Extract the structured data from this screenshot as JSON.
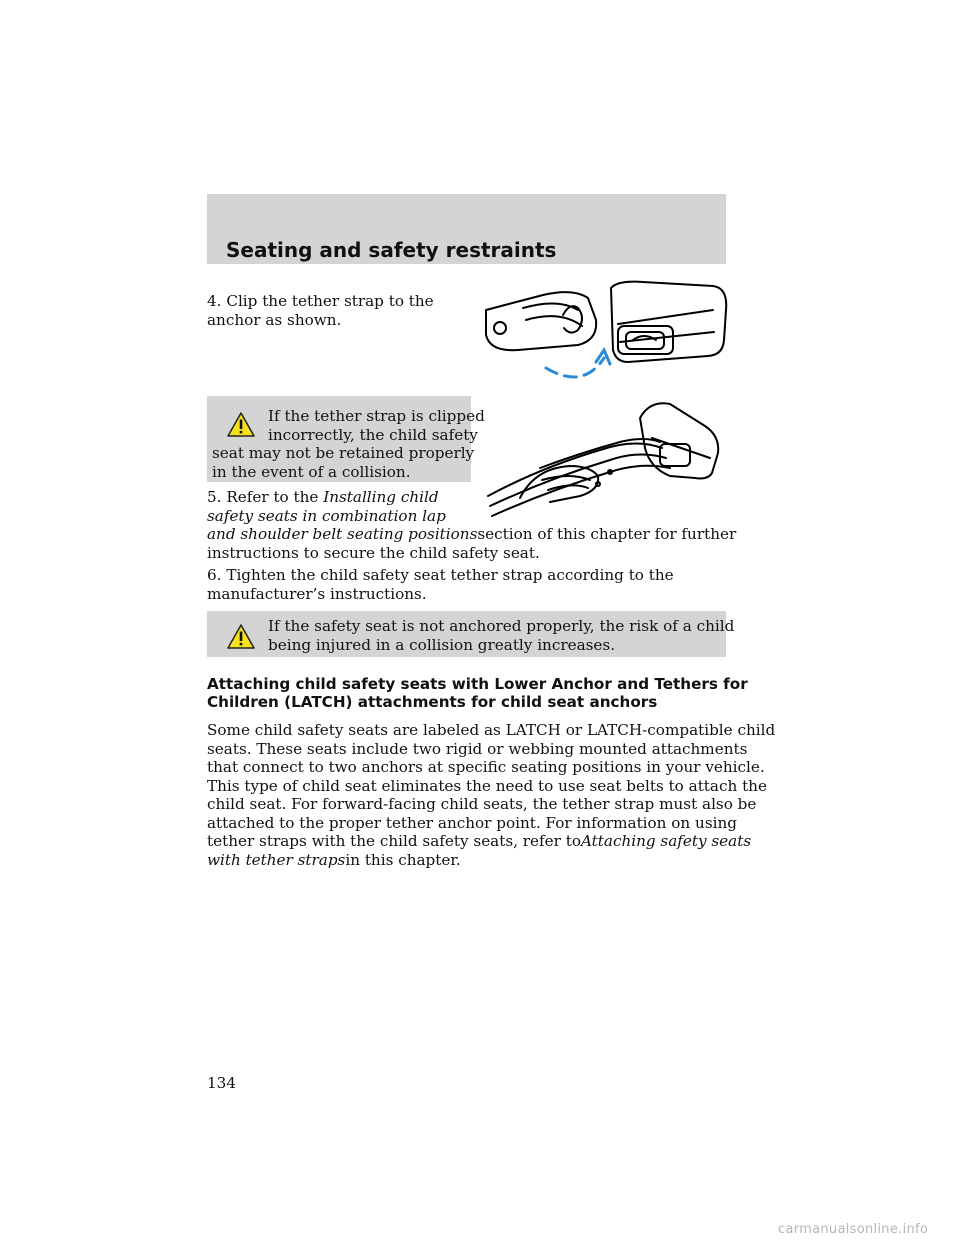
{
  "header": {
    "title": "Seating and safety restraints"
  },
  "step4": {
    "lines": [
      "4. Clip the tether strap to the",
      "anchor as shown."
    ]
  },
  "warning1": {
    "icon": "warning-triangle-icon",
    "lines": [
      "If the tether strap is clipped",
      "incorrectly, the child safety",
      "seat may not be retained properly",
      "in the event of a collision."
    ]
  },
  "step5": {
    "prefix": "5. Refer to the ",
    "italic1": "Installing child",
    "italic2": "safety seats in combination lap",
    "italic3": "and shoulder belt seating positions",
    "suffix3": "section of this chapter for further",
    "line4": "instructions to secure the child safety seat."
  },
  "step6": {
    "lines": [
      "6. Tighten the child safety seat tether strap according to the",
      "manufacturer’s instructions."
    ]
  },
  "warning2": {
    "icon": "warning-triangle-icon",
    "lines": [
      "If the safety seat is not anchored properly, the risk of a child",
      "being injured in a collision greatly increases."
    ]
  },
  "latch": {
    "heading_lines": [
      "Attaching child safety seats with Lower Anchor and Tethers for",
      "Children (LATCH) attachments for child seat anchors"
    ],
    "body_lines": [
      "Some child safety seats are labeled as LATCH or LATCH-compatible child",
      "seats. These seats include two rigid or webbing mounted attachments",
      "that connect to two anchors at specific seating positions in your vehicle.",
      "This type of child seat eliminates the need to use seat belts to attach the",
      "child seat. For forward-facing child seats, the tether strap must also be",
      "attached to the proper tether anchor point. For information on using"
    ],
    "line7_prefix": "tether straps with the child safety seats, refer to",
    "line7_italic": "Attaching safety seats",
    "line8_italic": "with tether straps",
    "line8_suffix": "in this chapter."
  },
  "page_number": "134",
  "watermark": "carmanualsonline.info",
  "colors": {
    "band": "#d4d4d4",
    "warning_yellow": "#f5e11c",
    "arrow": "#2a8ad6"
  }
}
